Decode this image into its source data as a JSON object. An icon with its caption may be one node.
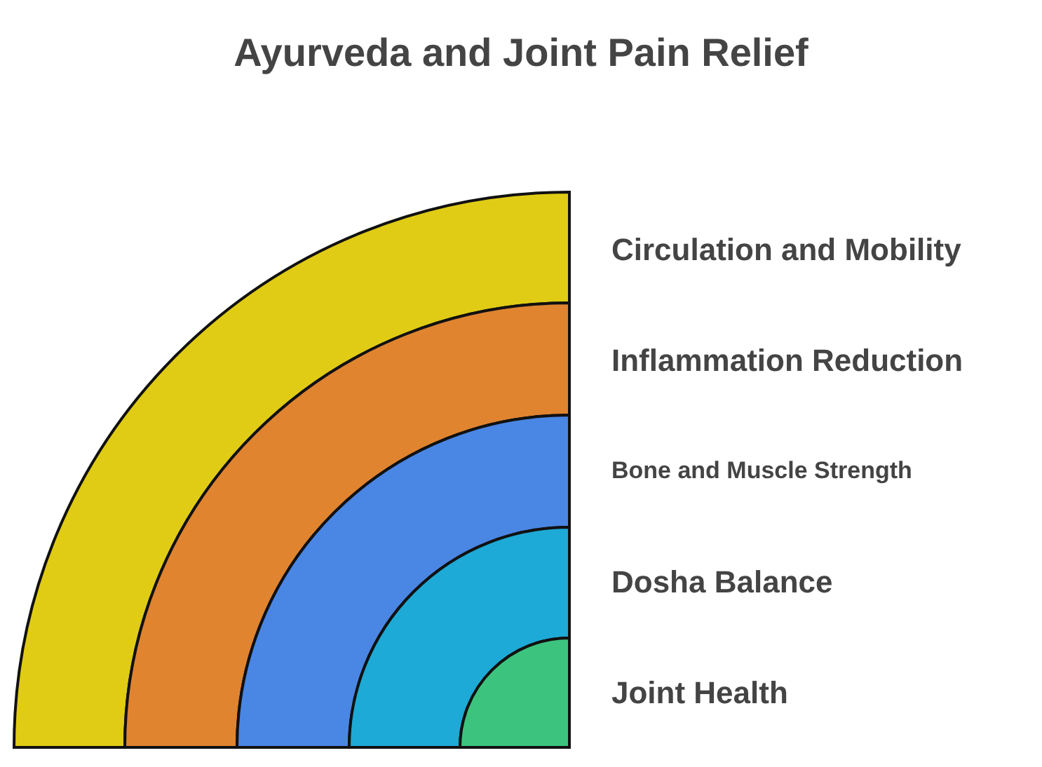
{
  "diagram": {
    "title": "Ayurveda and Joint Pain Relief",
    "nodes": [
      {
        "text": [
          "Circulation and Mobility"
        ]
      },
      {
        "text": [
          "Inflammation Reduction"
        ]
      },
      {
        "text": [
          "Bone and Muscle Strength"
        ]
      },
      {
        "text": [
          "Dosha Balance"
        ]
      },
      {
        "text": [
          "Joint Health"
        ]
      }
    ]
  }
}
